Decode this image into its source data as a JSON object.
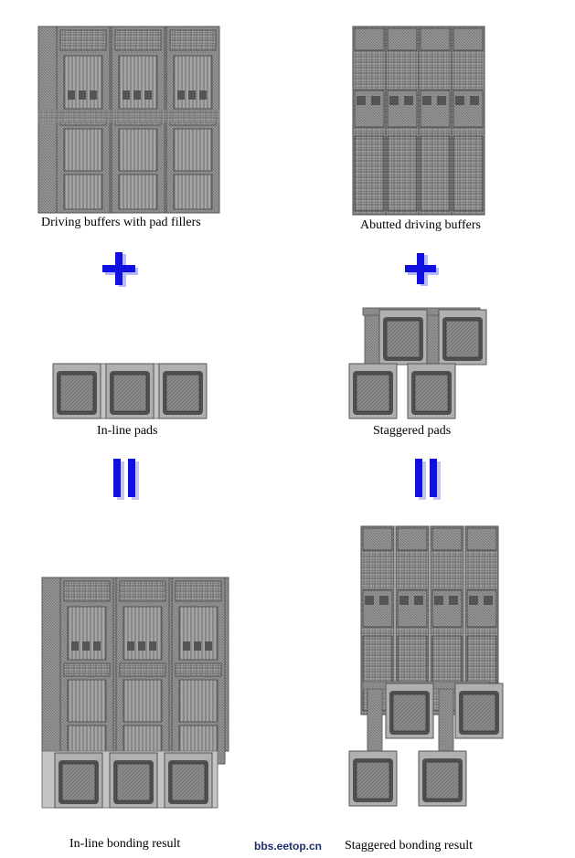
{
  "captions": {
    "driving_fillers": "Driving buffers with pad fillers",
    "abutted_buffers": "Abutted driving buffers",
    "inline_pads": "In-line pads",
    "staggered_pads": "Staggered pads",
    "inline_result": "In-line bonding result",
    "staggered_result": "Staggered bonding result"
  },
  "watermark": "bbs.eetop.cn",
  "operators": {
    "plus": "+",
    "equals": "="
  },
  "colors": {
    "operator_blue": "#1010e0",
    "layout_gray": "#8c8c8c",
    "pad_gray": "#6e6e6e"
  }
}
